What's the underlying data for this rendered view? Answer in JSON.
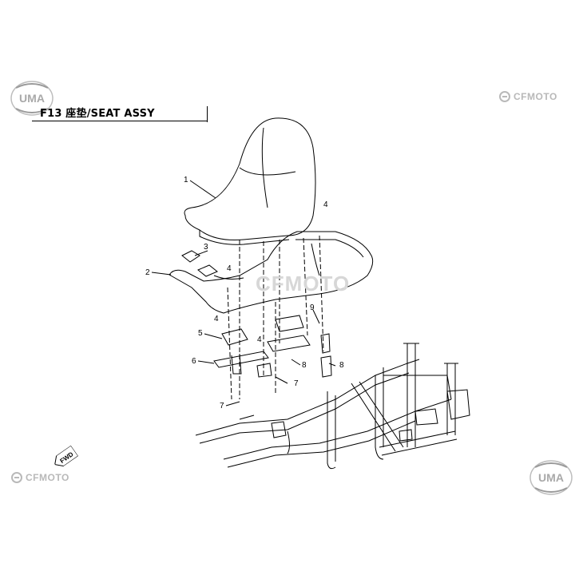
{
  "title": "F13 座垫/SEAT ASSY",
  "brand_top_right": "CFMOTO",
  "brand_bottom_left": "CFMOTO",
  "logo_top_left": "UMA",
  "logo_bottom_right": "UMA",
  "watermark": "CFMOTO",
  "fwd_label": "FWD",
  "callouts": [
    "1",
    "2",
    "3",
    "4",
    "4",
    "4",
    "4",
    "5",
    "6",
    "7",
    "7",
    "8",
    "8",
    "9"
  ],
  "colors": {
    "line": "#000000",
    "logo_gray": "#b9b9b9",
    "watermark_gray": "#d7d7d7"
  }
}
